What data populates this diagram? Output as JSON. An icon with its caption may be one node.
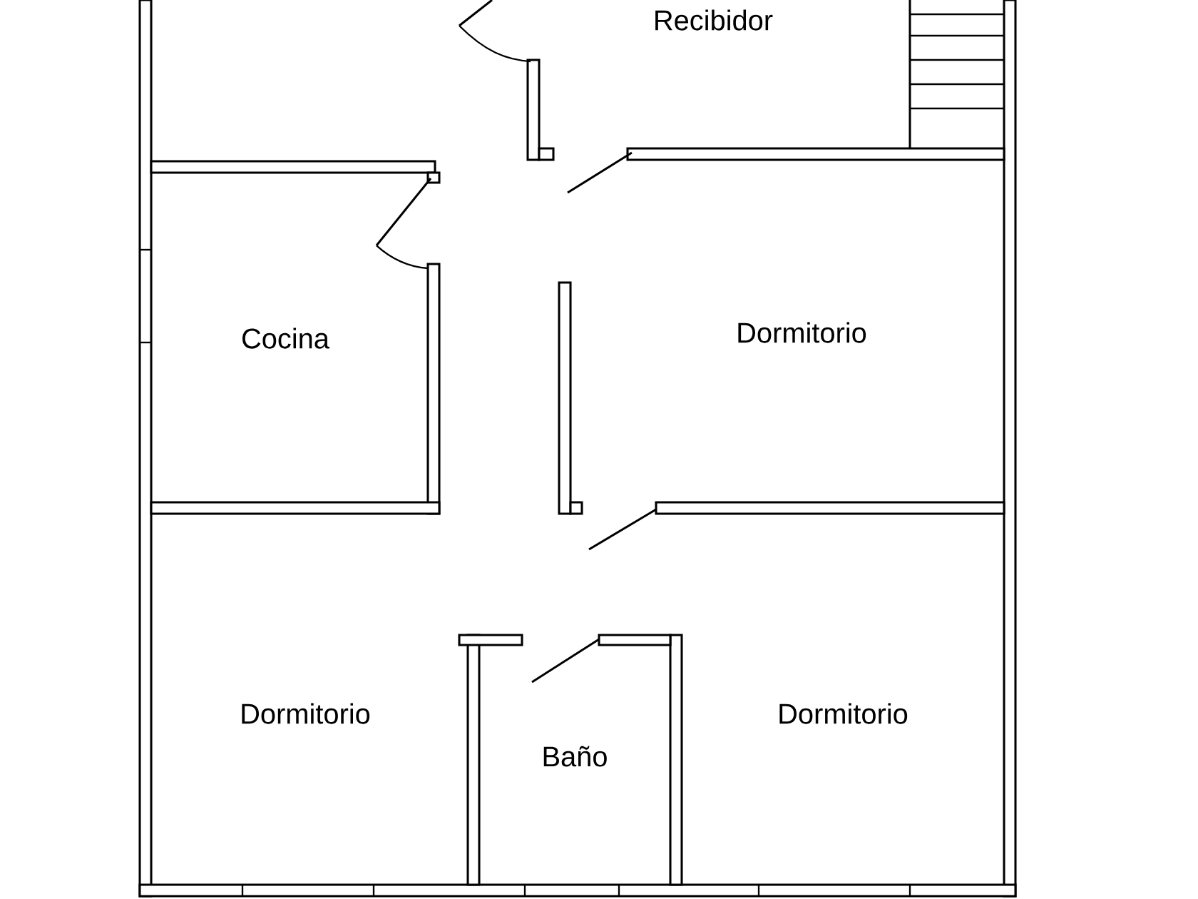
{
  "diagram": {
    "labels": [
      "Recibidor",
      "Cocina",
      "Dormitorio",
      "Dormitorio",
      "Baño",
      "Dormitorio"
    ]
  }
}
